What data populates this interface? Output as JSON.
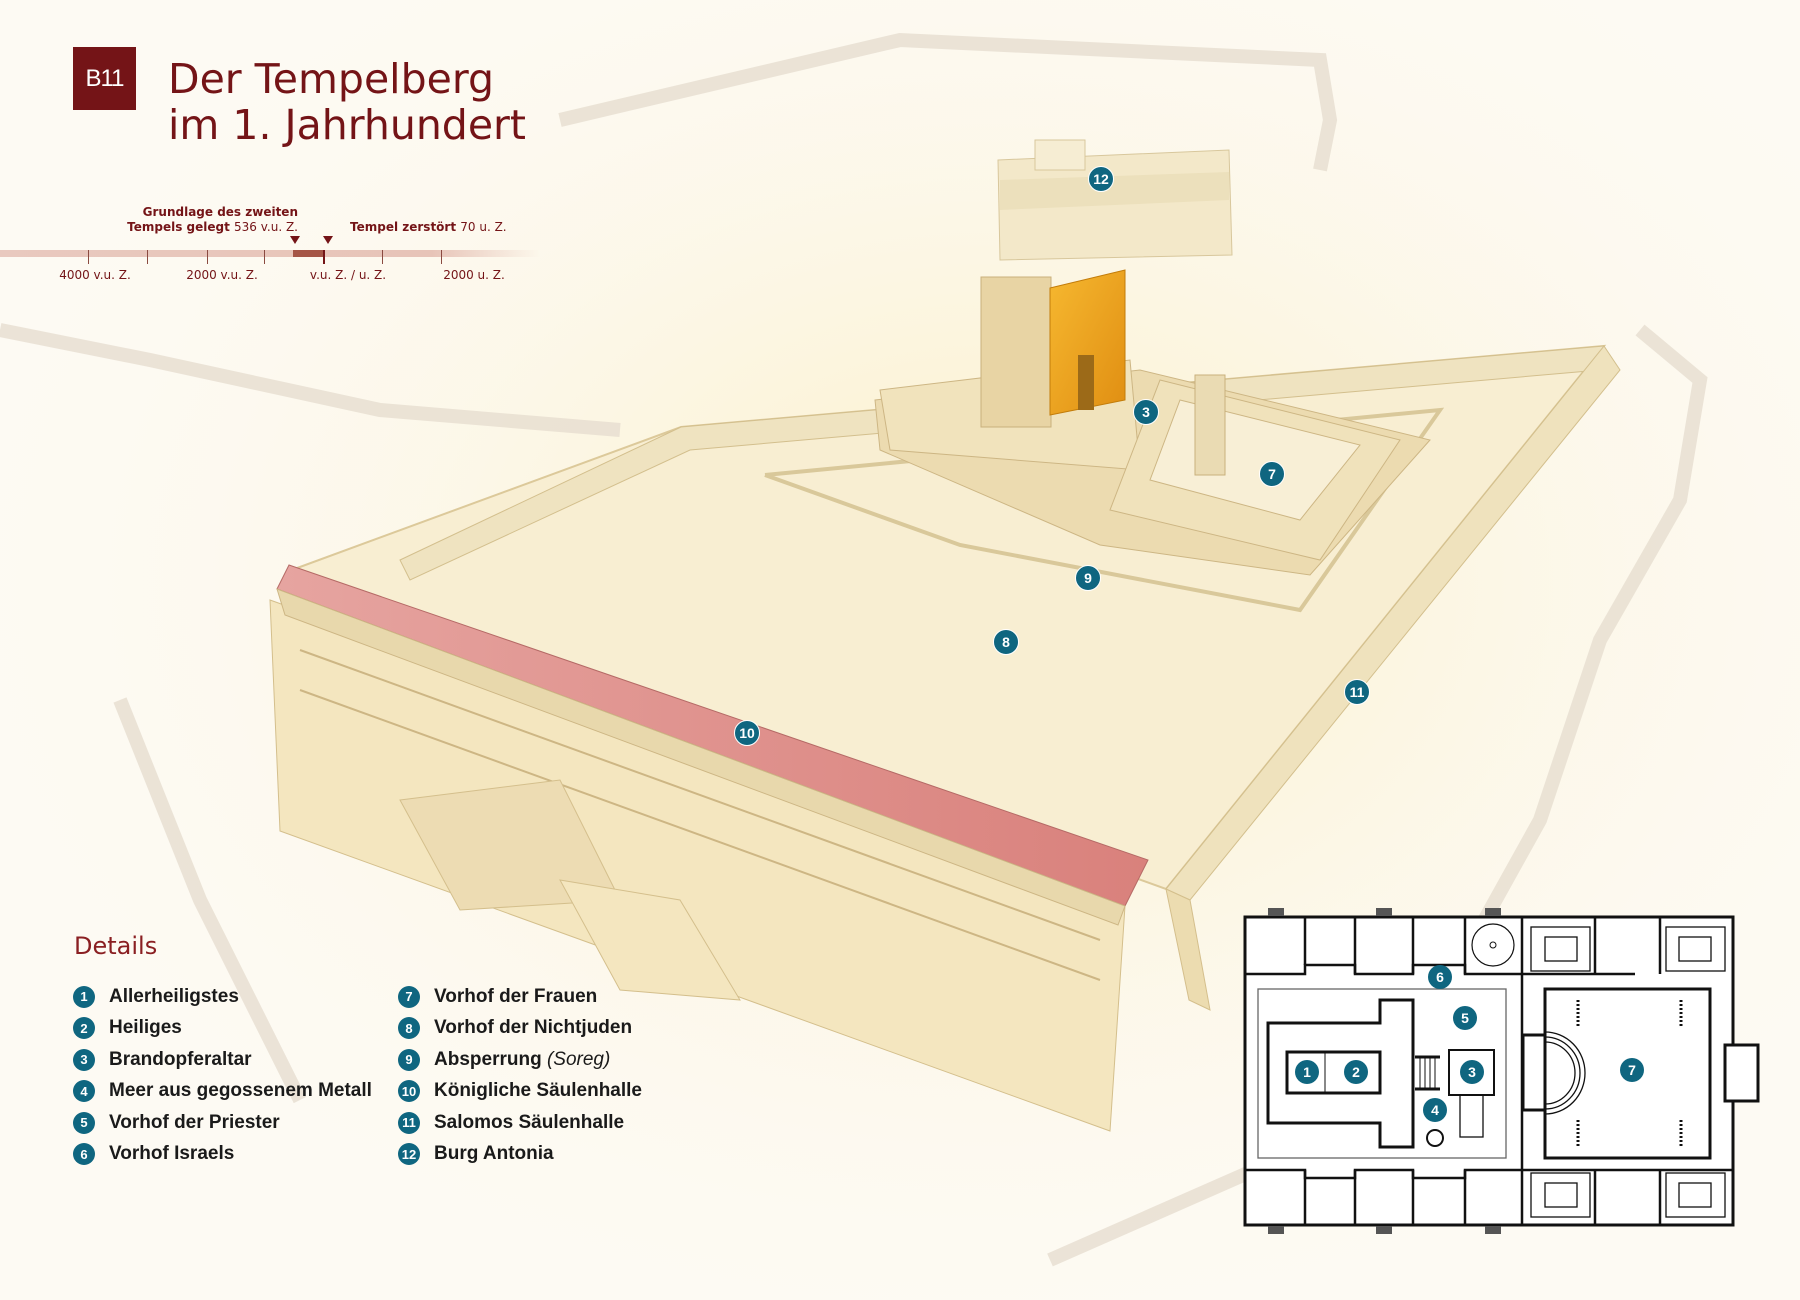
{
  "header": {
    "badge": "B11",
    "title_line1": "Der Tempelberg",
    "title_line2": "im 1. Jahrhundert"
  },
  "timeline": {
    "event1_line1": "Grundlage des zweiten",
    "event1_line2": "Tempels gelegt",
    "event1_date": "536 v.u. Z.",
    "event2_label": "Tempel zerstört",
    "event2_date": "70 u. Z.",
    "ticks": [
      "4000 v.u. Z.",
      "2000 v.u. Z.",
      "v.u. Z. / u. Z.",
      "2000 u. Z."
    ],
    "accent": "#741417"
  },
  "details": {
    "heading": "Details",
    "items": [
      {
        "n": "1",
        "label": "Allerheiligstes"
      },
      {
        "n": "2",
        "label": "Heiliges"
      },
      {
        "n": "3",
        "label": "Brandopferaltar"
      },
      {
        "n": "4",
        "label": "Meer aus gegossenem Metall"
      },
      {
        "n": "5",
        "label": "Vorhof der Priester"
      },
      {
        "n": "6",
        "label": "Vorhof Israels"
      },
      {
        "n": "7",
        "label": "Vorhof der Frauen"
      },
      {
        "n": "8",
        "label": "Vorhof der Nichtjuden"
      },
      {
        "n": "9",
        "label": "Absperrung",
        "note": "(Soreg)"
      },
      {
        "n": "10",
        "label": "Königliche Säulenhalle"
      },
      {
        "n": "11",
        "label": "Salomos Säulenhalle"
      },
      {
        "n": "12",
        "label": "Burg Antonia"
      }
    ]
  },
  "marker_color": "#0f6680"
}
